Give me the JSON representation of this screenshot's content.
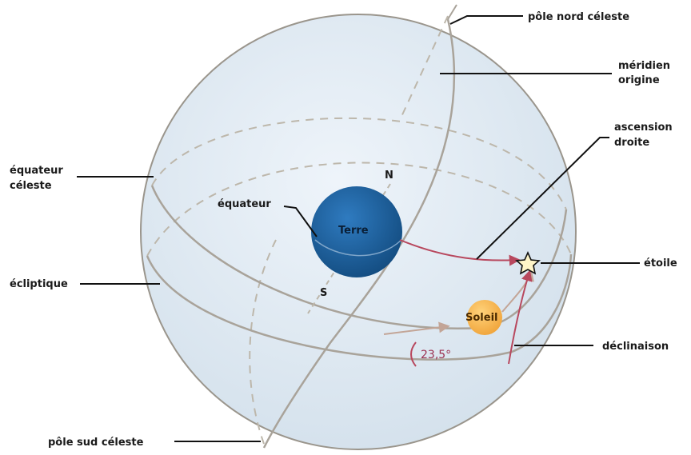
{
  "labels": {
    "north_celestial_pole": "pôle nord céleste",
    "prime_meridian_line1": "méridien",
    "prime_meridian_line2": "origine",
    "right_ascension_line1": "ascension",
    "right_ascension_line2": "droite",
    "celestial_equator_line1": "équateur",
    "celestial_equator_line2": "céleste",
    "equator": "équateur",
    "earth": "Terre",
    "north": "N",
    "south": "S",
    "star": "étoile",
    "ecliptic": "écliptique",
    "sun": "Soleil",
    "declination": "déclinaison",
    "angle": "23,5°",
    "south_celestial_pole": "pôle sud céleste"
  },
  "colors": {
    "sphere_fill": "#dfe9f2",
    "earth": "#1f64a3",
    "sun": "#f5b14a",
    "arrows": "#b8485e"
  }
}
